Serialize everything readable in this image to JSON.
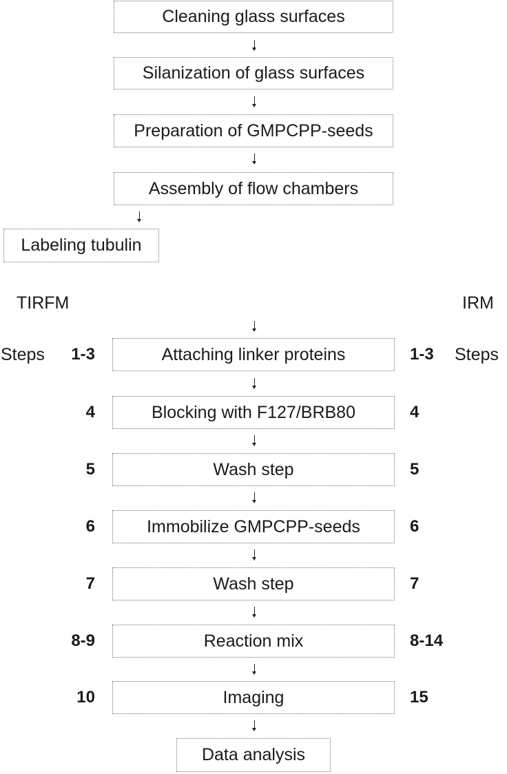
{
  "top_steps": [
    "Cleaning glass surfaces",
    "Silanization of glass surfaces",
    "Preparation of GMPCPP-seeds",
    "Assembly of flow chambers"
  ],
  "side_step": "Labeling tubulin",
  "column_headers": {
    "left": "TIRFM",
    "right": "IRM"
  },
  "steps_label": "Steps",
  "protocol_steps": [
    {
      "name": "Attaching linker proteins",
      "tirfm": "1-3",
      "irm": "1-3"
    },
    {
      "name": "Blocking with F127/BRB80",
      "tirfm": "4",
      "irm": "4"
    },
    {
      "name": "Wash step",
      "tirfm": "5",
      "irm": "5"
    },
    {
      "name": "Immobilize GMPCPP-seeds",
      "tirfm": "6",
      "irm": "6"
    },
    {
      "name": "Wash step",
      "tirfm": "7",
      "irm": "7"
    },
    {
      "name": "Reaction mix",
      "tirfm": "8-9",
      "irm": "8-14"
    },
    {
      "name": "Imaging",
      "tirfm": "10",
      "irm": "15"
    }
  ],
  "final_step": "Data analysis"
}
